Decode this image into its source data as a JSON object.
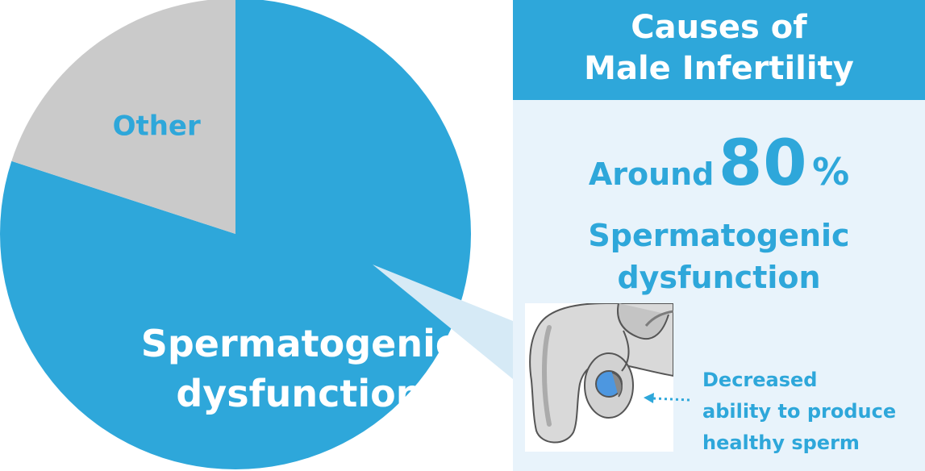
{
  "chart_data": {
    "type": "pie",
    "slices": [
      {
        "label": "Spermatogenic\ndysfunction",
        "value": 80,
        "color": "#2ea7da",
        "label_color": "#ffffff"
      },
      {
        "label": "Other",
        "value": 20,
        "color": "#cacaca",
        "label_color": "#2ea7da"
      }
    ],
    "start": "12 o'clock, clockwise"
  },
  "panel": {
    "title_line1": "Causes of",
    "title_line2": "Male Infertility",
    "around_word": "Around",
    "percent_value": "80",
    "percent_sign": "%",
    "cause_line1": "Spermatogenic",
    "cause_line2": "dysfunction"
  },
  "illustration": {
    "icon": "testis-anatomy-illustration",
    "note_line1": "Decreased",
    "note_line2": "ability to produce",
    "note_line3": "healthy sperm"
  },
  "colors": {
    "accent": "#2ea7da",
    "panel_background": "#e8f3fb",
    "other_slice": "#cacaca",
    "callout": "#d6eaf6"
  }
}
